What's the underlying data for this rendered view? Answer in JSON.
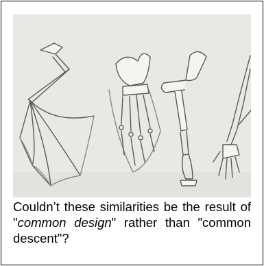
{
  "figure": {
    "icons": [
      "bat-wing-bones-icon",
      "whale-flipper-bones-icon",
      "horse-leg-bones-icon",
      "human-arm-bones-icon"
    ]
  },
  "caption": {
    "part1": "Couldn’t these similarities be the result of \"",
    "emphasis": "common design",
    "part2": "\" rather than \"common descent\"?"
  }
}
